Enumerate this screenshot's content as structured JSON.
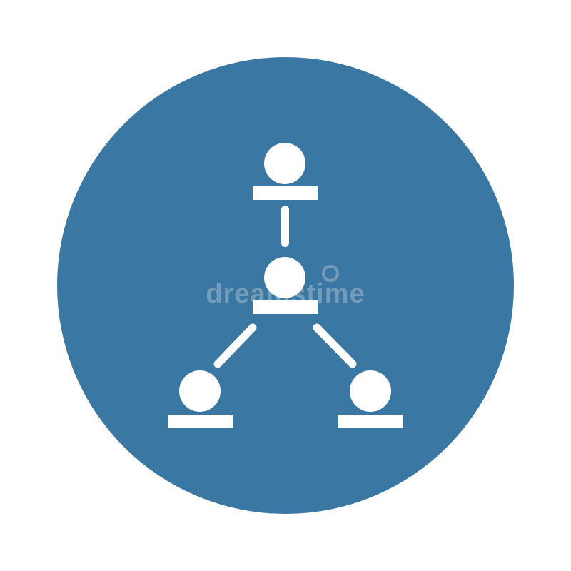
{
  "icon": {
    "name": "organization-hierarchy-icon",
    "badge_shape": "circle",
    "badge_color": "#3a77a3",
    "glyph_color": "#ffffff",
    "nodes": [
      "top-person",
      "middle-person",
      "bottom-left-person",
      "bottom-right-person"
    ],
    "links": [
      [
        "top-person",
        "middle-person"
      ],
      [
        "middle-person",
        "bottom-left-person"
      ],
      [
        "middle-person",
        "bottom-right-person"
      ]
    ]
  },
  "watermark": {
    "text": "dreamstime",
    "color": "#c8c8c8"
  }
}
